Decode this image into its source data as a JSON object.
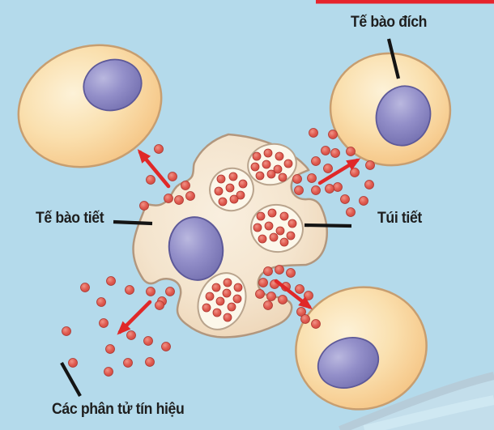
{
  "figure": {
    "description": "Cell signalling diagram: secretory cell releasing signal molecules from vesicles toward target cells",
    "labels": {
      "target_cell": "Tế bào đích",
      "secretory_cell": "Tế bào tiết",
      "vesicle": "Túi tiết",
      "signal_molecules": "Các phân tử tín hiệu"
    },
    "colors": {
      "background": "#b4daeb",
      "cell_fill": "#fae0af",
      "cell_border": "#c79e70",
      "secretory_cell_fill": "#f4e4cd",
      "nucleus_fill": "#938fc9",
      "vesicle_fill": "#fcf7ea",
      "signal_molecule_fill": "#e05b50",
      "arrow_red": "#e02828",
      "top_border_red": "#e6242c",
      "label_text": "#1e1e1e"
    }
  }
}
